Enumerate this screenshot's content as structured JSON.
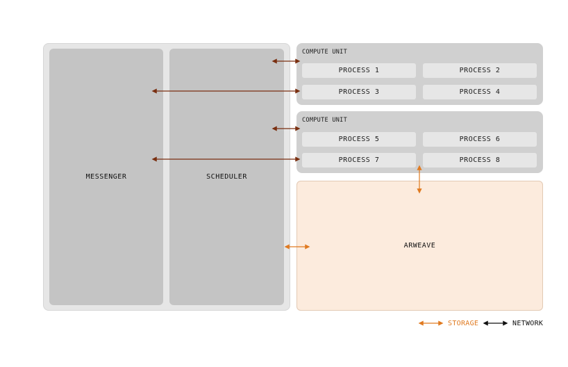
{
  "left": {
    "messenger": "MESSENGER",
    "scheduler": "SCHEDULER"
  },
  "compute_units": [
    {
      "title": "COMPUTE UNIT",
      "processes": [
        "PROCESS 1",
        "PROCESS 2",
        "PROCESS 3",
        "PROCESS 4"
      ]
    },
    {
      "title": "COMPUTE UNIT",
      "processes": [
        "PROCESS 5",
        "PROCESS 6",
        "PROCESS 7",
        "PROCESS 8"
      ]
    }
  ],
  "arweave": "ARWEAVE",
  "legend": {
    "storage": "STORAGE",
    "network": "NETWORK"
  },
  "colors": {
    "storage": "#e07a20",
    "network_arrow": "#7a2f10",
    "legend_network": "#111111"
  }
}
